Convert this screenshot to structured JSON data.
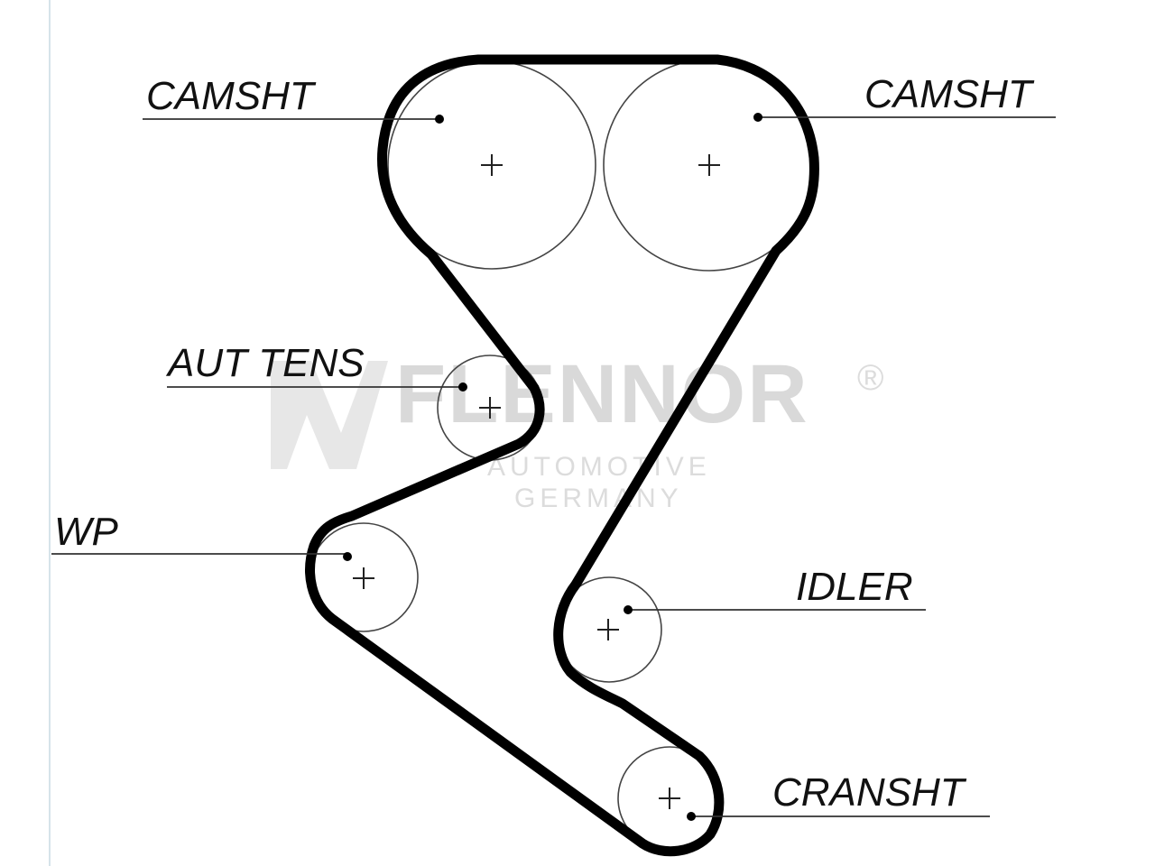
{
  "diagram": {
    "type": "timing-belt-routing",
    "labels": {
      "camshaft_left": "CAMSHT",
      "camshaft_right": "CAMSHT",
      "auto_tensioner": "AUT TENS",
      "water_pump": "WP",
      "idler": "IDLER",
      "crankshaft": "CRANSHT"
    },
    "watermark": {
      "brand": "FLENNOR",
      "registered_mark": "®",
      "line1": "AUTOMOTIVE",
      "line2": "GERMANY"
    },
    "colors": {
      "belt": "#000000",
      "pulley": "#444444",
      "watermark": "#d9d9d9",
      "accent_border": "#d6e3ea"
    }
  }
}
